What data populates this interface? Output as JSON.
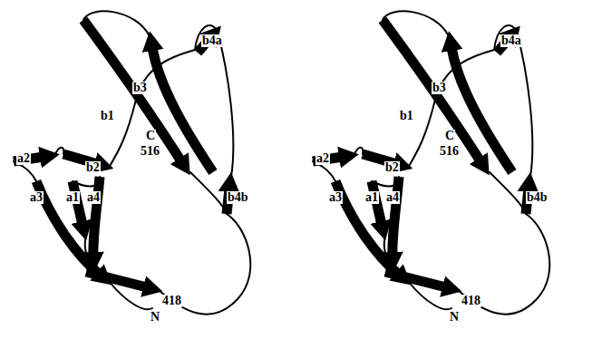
{
  "diagram": {
    "labels": [
      "b4a",
      "b3",
      "b1",
      "C",
      "516",
      "a2",
      "b2",
      "a3",
      "a1",
      "a4",
      "b4b",
      "418",
      "N",
      "b4a",
      "b3",
      "b1",
      "C",
      "516",
      "a2",
      "b2",
      "a3",
      "a1",
      "a4",
      "b4b",
      "418",
      "N"
    ]
  }
}
